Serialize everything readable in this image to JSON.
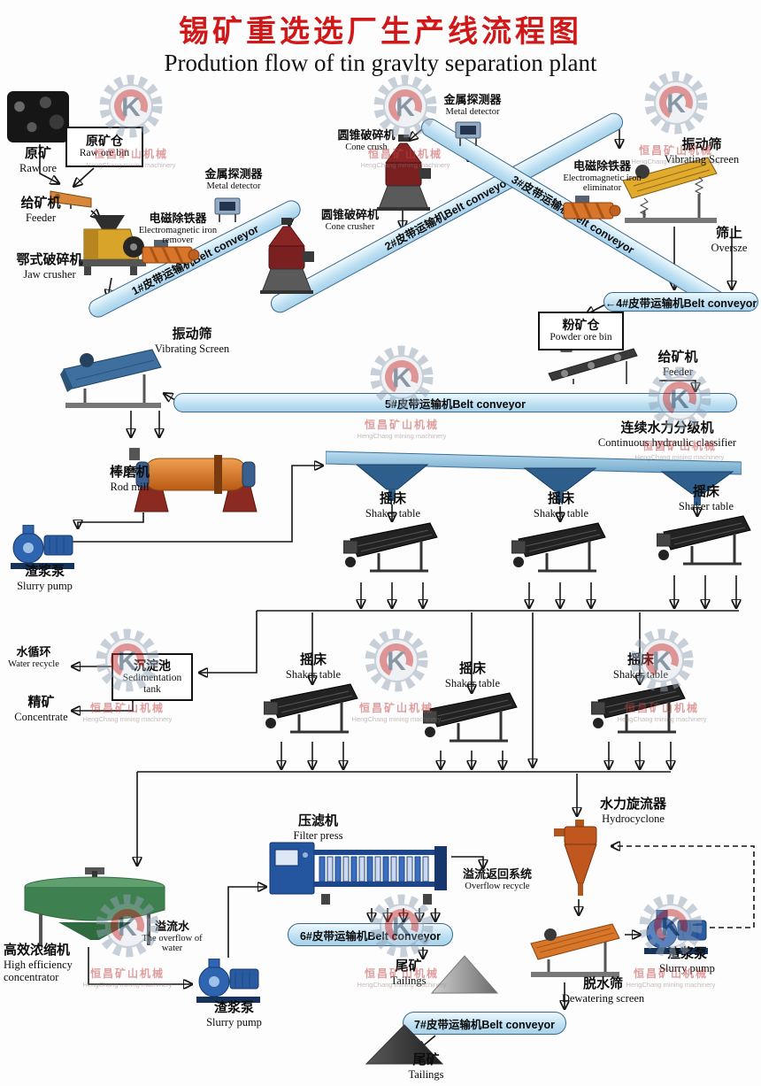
{
  "title": {
    "zh": "锡矿重选选厂生产线流程图",
    "en": "Prodution flow of tin gravlty separation plant"
  },
  "watermark": {
    "letter": "K",
    "zh": "恒昌矿山机械",
    "en": "HengChang mining machinery"
  },
  "belts": {
    "b1": "1#皮带运输机Belt conveyor",
    "b2": "2#皮带运输机Belt conveyor",
    "b3": "3#皮带运输机Belt conveyor",
    "b4": "←4#皮带运输机Belt conveyor",
    "b5": "5#皮带运输机Belt conveyor",
    "b6": "6#皮带运输机Belt conveyor",
    "b7": "7#皮带运输机Belt conveyor"
  },
  "nodes": {
    "raw_ore": {
      "zh": "原矿",
      "en": "Raw ore"
    },
    "raw_ore_bin": {
      "zh": "原矿仓",
      "en": "Raw ore bin"
    },
    "feeder_left": {
      "zh": "给矿机",
      "en": "Feeder"
    },
    "metal_detector_1": {
      "zh": "金属探测器",
      "en": "Metal detector"
    },
    "iron_remover": {
      "zh": "电磁除铁器",
      "en": "Electromagnetic iron remover"
    },
    "jaw_crusher": {
      "zh": "鄂式破碎机",
      "en": "Jaw crusher"
    },
    "cone_crush": {
      "zh": "圆锥破碎机",
      "en": "Cone crush"
    },
    "metal_detector_2": {
      "zh": "金属探测器",
      "en": "Metal detector"
    },
    "cone_crusher": {
      "zh": "圆锥破碎机",
      "en": "Cone crusher"
    },
    "iron_eliminator": {
      "zh": "电磁除铁器",
      "en": "Electromagnetic iron eliminator"
    },
    "vibrating_screen_top": {
      "zh": "振动筛",
      "en": "Vibrating Screen"
    },
    "oversize": {
      "zh": "筛上",
      "en": "Oversze"
    },
    "powder_ore_bin": {
      "zh": "粉矿仓",
      "en": "Powder ore bin"
    },
    "feeder_right": {
      "zh": "给矿机",
      "en": "Feeder"
    },
    "vibrating_screen_mid": {
      "zh": "振动筛",
      "en": "Vibrating Screen"
    },
    "classifier": {
      "zh": "连续水力分级机",
      "en": "Continuous hydraulic classifier"
    },
    "rod_mill": {
      "zh": "棒磨机",
      "en": "Rod mill"
    },
    "slurry_pump_left": {
      "zh": "渣浆泵",
      "en": "Slurry pump"
    },
    "shaker_table": {
      "zh": "摇床",
      "en": "Shaker table"
    },
    "water_recycle": {
      "zh": "水循环",
      "en": "Water recycle"
    },
    "sedimentation_tank": {
      "zh": "沉淀池",
      "en": "Sedimentation tank"
    },
    "concentrate": {
      "zh": "精矿",
      "en": "Concentrate"
    },
    "hydrocyclone": {
      "zh": "水力旋流器",
      "en": "Hydrocyclone"
    },
    "filter_press": {
      "zh": "压滤机",
      "en": "Filter press"
    },
    "overflow_recycle": {
      "zh": "溢流返回系统",
      "en": "Overflow recycle"
    },
    "concentrator": {
      "zh": "高效浓缩机",
      "en": "High efficiency concentrator"
    },
    "overflow_water": {
      "zh": "溢流水",
      "en": "The overflow of water"
    },
    "slurry_pump_bottom": {
      "zh": "渣浆泵",
      "en": "Slurry pump"
    },
    "tailings_mid": {
      "zh": "尾矿",
      "en": "Tailings"
    },
    "dewatering_screen": {
      "zh": "脱水筛",
      "en": "Dewatering screen"
    },
    "slurry_pump_right": {
      "zh": "渣浆泵",
      "en": "Slurry pump"
    },
    "tailings_bottom": {
      "zh": "尾矿",
      "en": "Tailings"
    }
  },
  "colors": {
    "title_red": "#d01818",
    "belt_fill": "#cfe9f6",
    "belt_border": "#35688e",
    "watermark_red": "#c24040"
  }
}
